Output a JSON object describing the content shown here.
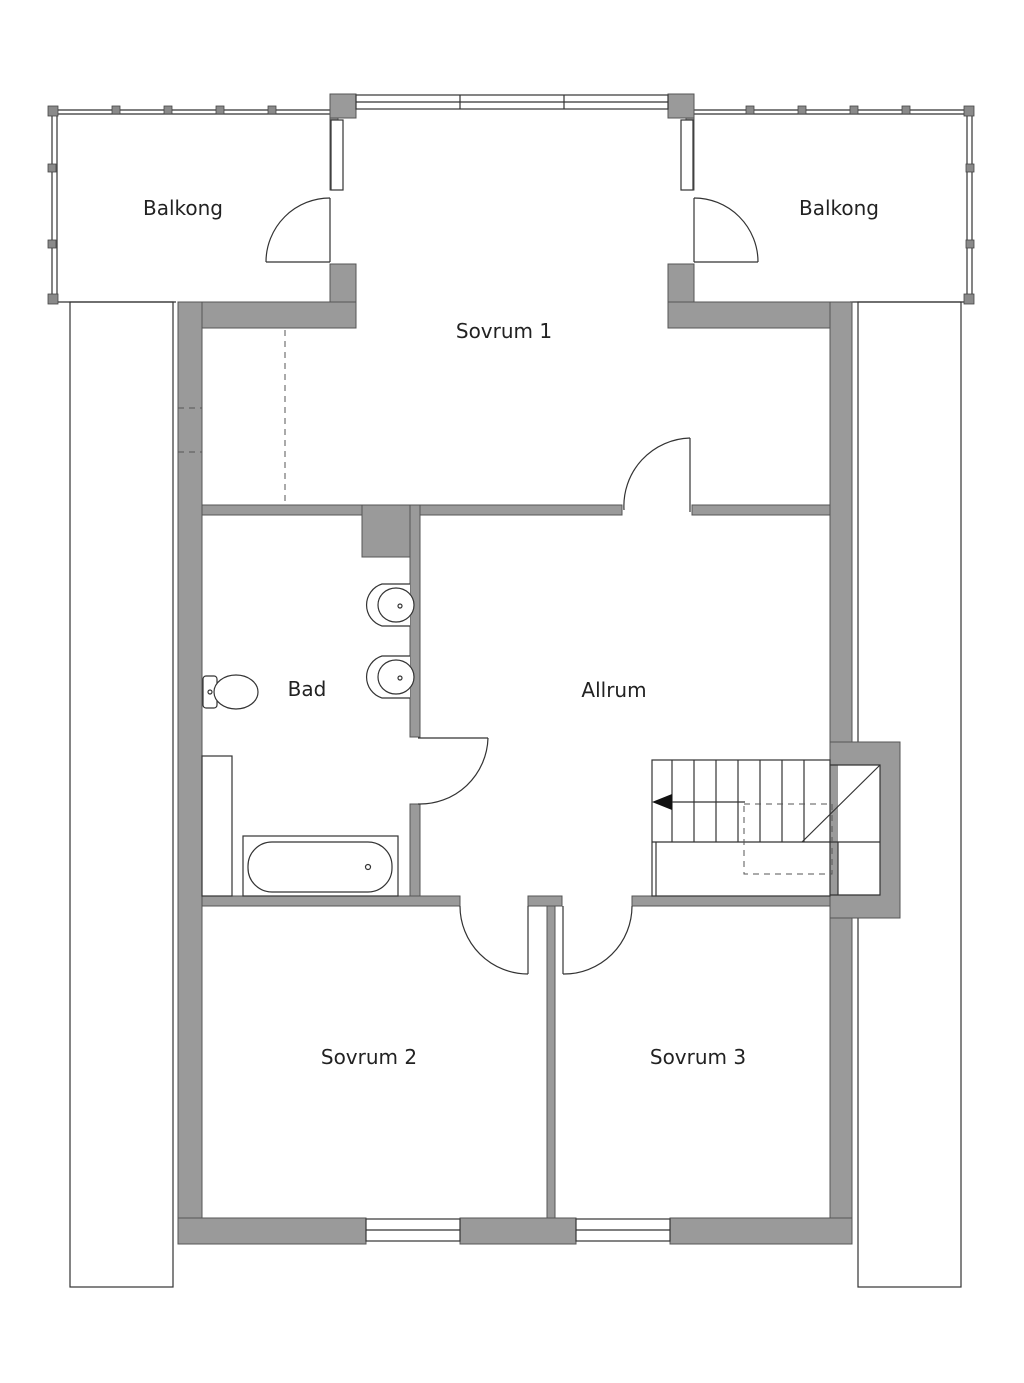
{
  "rooms": {
    "balcony_left": "Balkong",
    "balcony_right": "Balkong",
    "bedroom_1": "Sovrum 1",
    "bathroom": "Bad",
    "family_room": "Allrum",
    "bedroom_2": "Sovrum 2",
    "bedroom_3": "Sovrum 3"
  },
  "colors": {
    "wall": "#9a9a9a",
    "line": "#333333",
    "background": "#ffffff"
  }
}
